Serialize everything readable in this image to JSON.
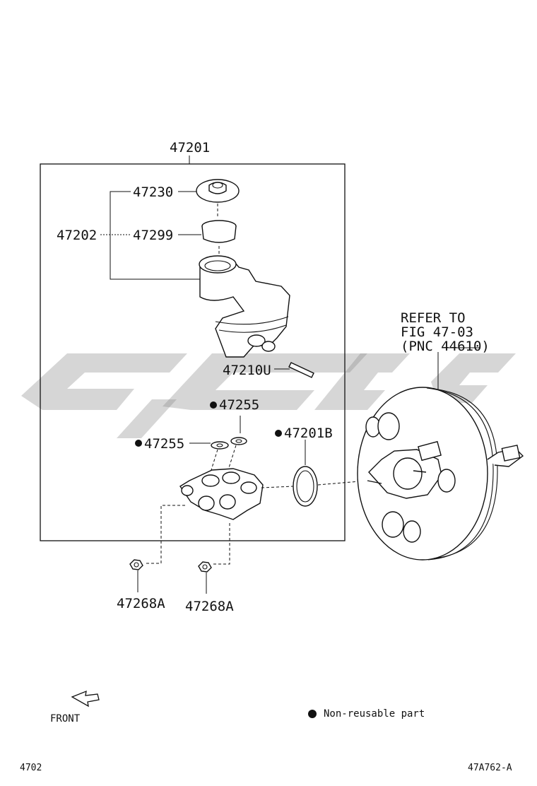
{
  "labels": {
    "assembly": "47201",
    "reservoir_sub": "47202",
    "cap": "47230",
    "strainer": "47299",
    "pin": "47210U",
    "grommet_upper": "47255",
    "grommet_lower": "47255",
    "gasket": "47201B",
    "nut_left": "47268A",
    "nut_right": "47268A"
  },
  "reference": {
    "line1": "REFER TO",
    "line2": "FIG 47-03",
    "line3": "(PNC 44610)"
  },
  "legend": {
    "symbol": "●",
    "text": "Non-reusable part"
  },
  "front_label": "FRONT",
  "footer": {
    "left": "4702",
    "right": "47A762-A"
  }
}
